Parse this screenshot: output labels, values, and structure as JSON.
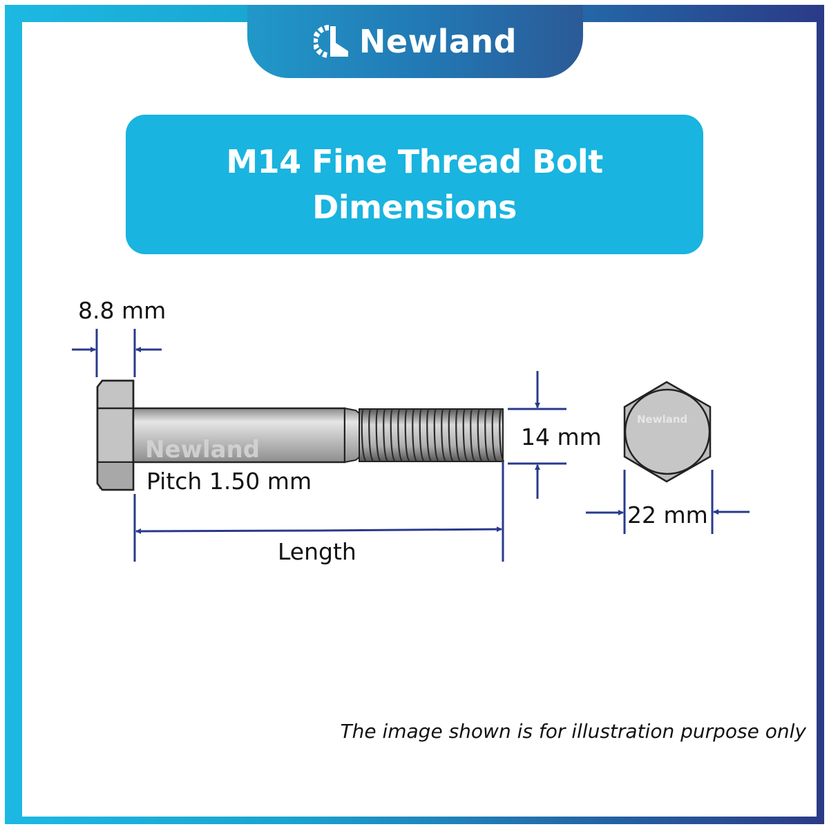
{
  "brand": {
    "name": "Newland",
    "logo_icon": "gear-n-logo-icon"
  },
  "title": {
    "line1": "M14 Fine Thread Bolt",
    "line2": "Dimensions"
  },
  "dimensions": {
    "head_height": "8.8 mm",
    "pitch": "Pitch 1.50 mm",
    "thread_diameter": "14 mm",
    "length": "Length",
    "across_flats": "22 mm"
  },
  "watermark": "Newland",
  "disclaimer": "The image shown is for illustration purpose only",
  "colors": {
    "frame_start": "#1cb9e3",
    "frame_end": "#2b3a86",
    "title_bg": "#19b4df",
    "dimension_line": "#283a8c",
    "bolt_gray": "#bdbdbd"
  }
}
